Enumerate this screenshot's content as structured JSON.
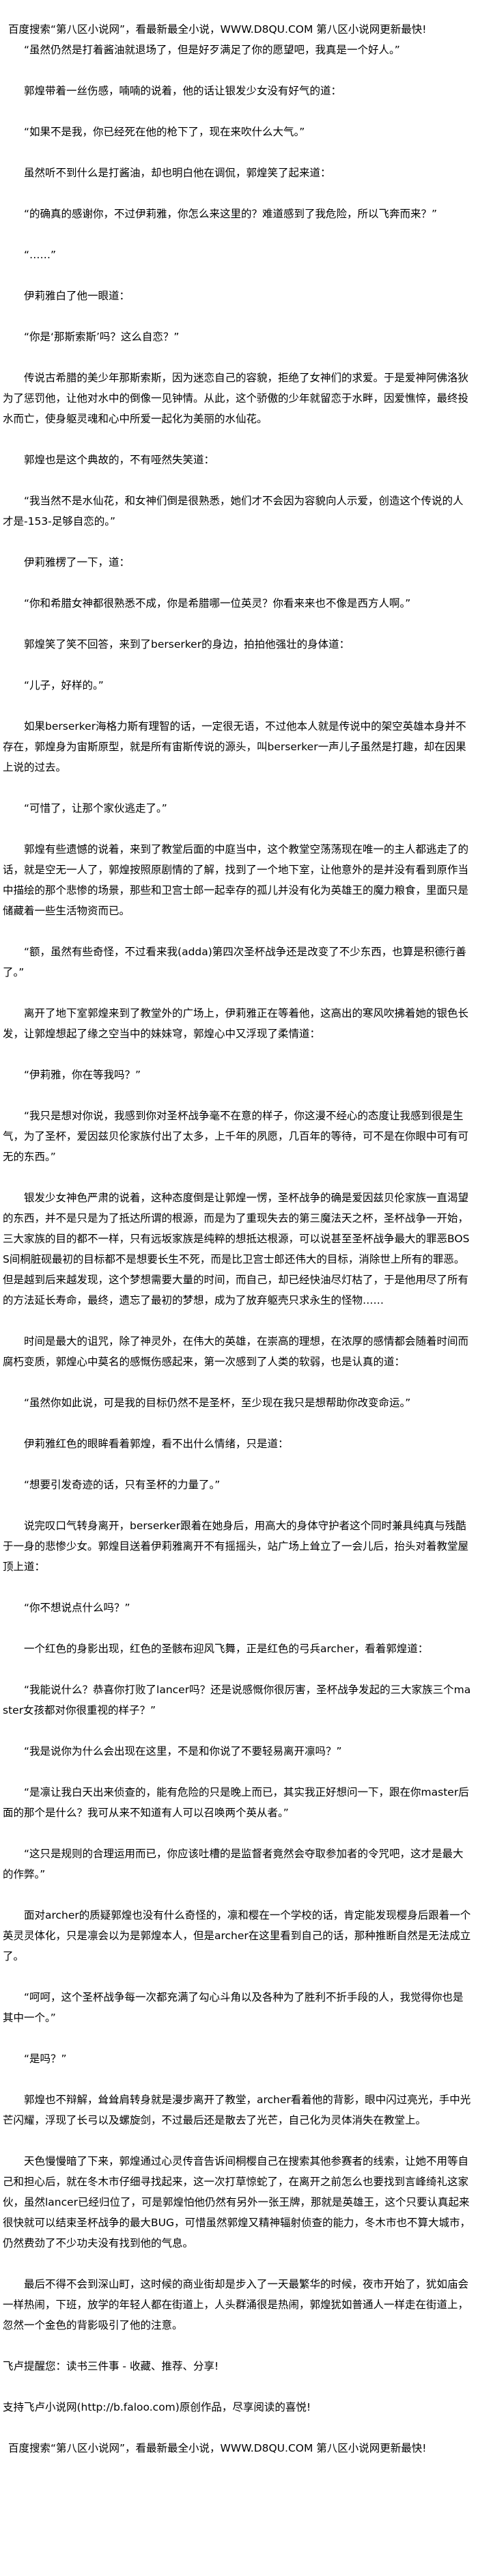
{
  "banner": "百度搜索“第八区小说网”，看最新最全小说，WWW.D8QU.COM   第八区小说网更新最快!",
  "paragraphs": [
    "“虽然仍然是打着酱油就退场了，但是好歹满足了你的愿望吧，我真是一个好人。”",
    "郭煌带着一丝伤感，喃喃的说着，他的话让银发少女没有好气的道：",
    "“如果不是我，你已经死在他的枪下了，现在来吹什么大气。”",
    "虽然听不到什么是打酱油，却也明白他在调侃，郭煌笑了起来道：",
    "“的确真的感谢你，不过伊莉雅，你怎么来这里的？难道感到了我危险，所以飞奔而来？”",
    "“……”",
    "伊莉雅白了他一眼道：",
    "“你是‘那斯索斯’吗？这么自恋？”",
    "传说古希腊的美少年那斯索斯，因为迷恋自己的容貌，拒绝了女神们的求爱。于是爱神阿佛洛狄为了惩罚他，让他对水中的倒像一见钟情。从此，这个骄傲的少年就留恋于水畔，因爱憔悴，最终投水而亡，使身躯灵魂和心中所爱一起化为美丽的水仙花。",
    "郭煌也是这个典故的，不有哑然失笑道：",
    "“我当然不是水仙花，和女神们倒是很熟悉，她们才不会因为容貌向人示爱，创造这个传说的人才是-153-足够自恋的。”",
    "伊莉雅楞了一下，道：",
    "“你和希腊女神都很熟悉不成，你是希腊哪一位英灵？你看来来也不像是西方人啊。”",
    "郭煌笑了笑不回答，来到了berserker的身边，拍拍他强壮的身体道：",
    "“儿子，好样的。”",
    "如果berserker海格力斯有理智的话，一定很无语，不过他本人就是传说中的架空英雄本身并不存在，郭煌身为宙斯原型，就是所有宙斯传说的源头，叫berserker一声儿子虽然是打趣，却在因果上说的过去。",
    "“可惜了，让那个家伙逃走了。”",
    "郭煌有些遗憾的说着，来到了教堂后面的中庭当中，这个教堂空荡荡现在唯一的主人都逃走了的话，就是空无一人了，郭煌按照原剧情的了解，找到了一个地下室，让他意外的是并没有看到原作当中描绘的那个悲惨的场景，那些和卫宫士郎一起幸存的孤儿并没有化为英雄王的魔力粮食，里面只是储藏着一些生活物资而已。",
    "“额，虽然有些奇怪，不过看来我(adda)第四次圣杯战争还是改变了不少东西，也算是积德行善了。”",
    "离开了地下室郭煌来到了教堂外的广场上，伊莉雅正在等着他，这高出的寒风吹拂着她的银色长发，让郭煌想起了缘之空当中的妹妹穹，郭煌心中又浮现了柔情道：",
    "“伊莉雅，你在等我吗？”",
    "“我只是想对你说，我感到你对圣杯战争毫不在意的样子，你这漫不经心的态度让我感到很是生气，为了圣杯，爱因兹贝伦家族付出了太多，上千年的夙愿，几百年的等待，可不是在你眼中可有可无的东西。”",
    "银发少女神色严肃的说着，这种态度倒是让郭煌一愣，圣杯战争的确是爱因兹贝伦家族一直渴望的东西，并不是只是为了抵达所谓的根源，而是为了重现失去的第三魔法天之杯，圣杯战争一开始，三大家族的目的都不一样，只有远坂家族是纯粹的想抵达根源，可以说甚至圣杯战争最大的罪恶BOSS间桐脏砚最初的目标都不是想要长生不死，而是比卫宫士郎还伟大的目标，消除世上所有的罪恶。但是越到后来越发现，这个梦想需要大量的时间，而自己，却已经快油尽灯枯了，于是他用尽了所有的方法延长寿命，最终，遗忘了最初的梦想，成为了放弃躯壳只求永生的怪物……",
    "时间是最大的诅咒，除了神灵外，在伟大的英雄，在崇高的理想，在浓厚的感情都会随着时间而腐朽变质，郭煌心中莫名的感慨伤感起来，第一次感到了人类的软弱，也是认真的道：",
    "“虽然你如此说，可是我的目标仍然不是圣杯，至少现在我只是想帮助你改变命运。”",
    "伊莉雅红色的眼眸看着郭煌，看不出什么情绪，只是道：",
    "“想要引发奇迹的话，只有圣杯的力量了。”",
    "说完叹口气转身离开，berserker跟着在她身后，用高大的身体守护者这个同时兼具纯真与残酷于一身的悲惨少女。郭煌目送着伊莉雅离开不有摇摇头，站广场上耸立了一会儿后，抬头对着教堂屋顶上道：",
    "“你不想说点什么吗？”",
    "一个红色的身影出现，红色的圣骸布迎风飞舞，正是红色的弓兵archer，看着郭煌道：",
    "“我能说什么？恭喜你打败了lancer吗？还是说感慨你很厉害，圣杯战争发起的三大家族三个master女孩都对你很重视的样子？”",
    "“我是说你为什么会出现在这里，不是和你说了不要轻易离开凛吗？”",
    "“是凛让我白天出来侦查的，能有危险的只是晚上而已，其实我正好想问一下，跟在你master后面的那个是什么？我可从来不知道有人可以召唤两个英从者。”",
    "“这只是规则的合理运用而已，你应该吐槽的是监督者竟然会夺取参加者的令咒吧，这才是最大的作弊。”",
    "面对archer的质疑郭煌也没有什么奇怪的，凛和樱在一个学校的话，肯定能发现樱身后跟着一个英灵灵体化，只是凛会以为是郭煌本人，但是archer在这里看到自己的话，那种推断自然是无法成立了。",
    "“呵呵，这个圣杯战争每一次都充满了勾心斗角以及各种为了胜利不折手段的人，我觉得你也是其中一个。”",
    "“是吗？”",
    "郭煌也不辩解，耸耸肩转身就是漫步离开了教堂，archer看着他的背影，眼中闪过亮光，手中光芒闪耀，浮现了长弓以及螺旋剑，不过最后还是散去了光芒，自己化为灵体消失在教堂上。",
    "天色慢慢暗了下来，郭煌通过心灵传音告诉间桐樱自己在搜索其他参赛者的线索，让她不用等自己和担心后，就在冬木市仔细寻找起来，这一次打草惊蛇了，在离开之前怎么也要找到言峰绮礼这家伙，虽然lancer已经归位了，可是郭煌怕他仍然有另外一张王牌，那就是英雄王，这个只要认真起来很快就可以结束圣杯战争的最大BUG，可惜虽然郭煌又精神辐射侦查的能力，冬木市也不算大城市，仍然费劲了不少功夫没有找到他的气息。",
    "最后不得不会到深山町，这时候的商业街却是步入了一天最繁华的时候，夜市开始了，犹如庙会一样热闹，下班，放学的年轻人都在街道上，人头群涌很是热闹，郭煌犹如普通人一样走在街道上，忽然一个金色的背影吸引了他的注意。"
  ],
  "notes": [
    "飞卢提醒您：读书三件事 - 收藏、推荐、分享!",
    "支持飞卢小说网(http://b.faloo.com)原创作品，尽享阅读的喜悦!"
  ],
  "banner_bottom": "百度搜索“第八区小说网”，看最新最全小说，WWW.D8QU.COM   第八区小说网更新最快!"
}
